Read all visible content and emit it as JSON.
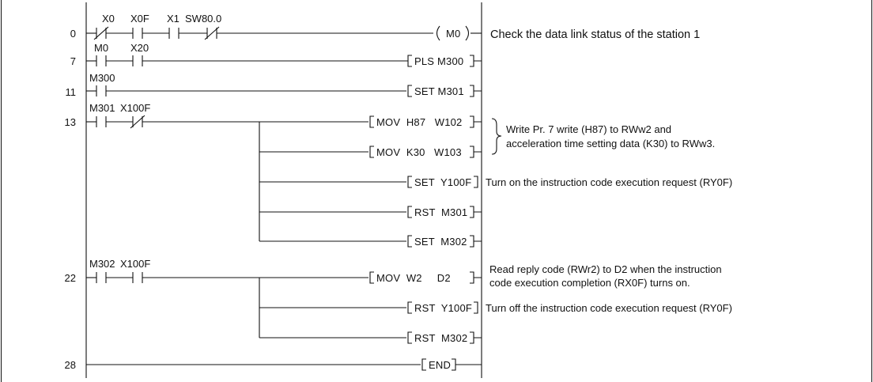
{
  "diagram": {
    "rungs": [
      {
        "id": "r0",
        "step": "0",
        "contacts": [
          {
            "label": "X0",
            "type": "nc"
          },
          {
            "label": "X0F",
            "type": "no"
          },
          {
            "label": "X1",
            "type": "no"
          },
          {
            "label": "SW80.0",
            "type": "nc"
          }
        ],
        "instruction": "M0",
        "instruction_type": "coil",
        "comment": "Check the data link status of the station 1"
      },
      {
        "id": "r7",
        "step": "7",
        "contacts": [
          {
            "label": "M0",
            "type": "no"
          },
          {
            "label": "X20",
            "type": "no"
          }
        ],
        "instruction": "PLS  M300",
        "comment": ""
      },
      {
        "id": "r11",
        "step": "11",
        "contacts": [
          {
            "label": "M300",
            "type": "no"
          }
        ],
        "instruction": "SET  M301",
        "comment": ""
      },
      {
        "id": "r13",
        "step": "13",
        "contacts": [
          {
            "label": "M301",
            "type": "no"
          },
          {
            "label": "X100F",
            "type": "nc"
          }
        ],
        "outputs": [
          {
            "instruction": "MOV  H87   W102"
          },
          {
            "instruction": "MOV  K30   W103"
          },
          {
            "instruction": "SET  Y100F",
            "comment": "Turn on the instruction code execution request (RY0F)"
          },
          {
            "instruction": "RST  M301"
          },
          {
            "instruction": "SET  M302"
          }
        ],
        "brace_comment": [
          "Write Pr. 7 write (H87) to RWw2 and",
          "acceleration time setting data (K30) to RWw3."
        ]
      },
      {
        "id": "r22",
        "step": "22",
        "contacts": [
          {
            "label": "M302",
            "type": "no"
          },
          {
            "label": "X100F",
            "type": "no"
          }
        ],
        "outputs": [
          {
            "instruction": "MOV  W2     D2",
            "comment_lines": [
              "Read reply code (RWr2) to D2 when the instruction",
              "code execution completion (RX0F) turns on."
            ]
          },
          {
            "instruction": "RST  Y100F",
            "comment": "Turn off the instruction code execution request (RY0F)"
          },
          {
            "instruction": "RST  M302"
          }
        ]
      },
      {
        "id": "r28",
        "step": "28",
        "contacts": [],
        "instruction": "END",
        "comment": ""
      }
    ]
  }
}
